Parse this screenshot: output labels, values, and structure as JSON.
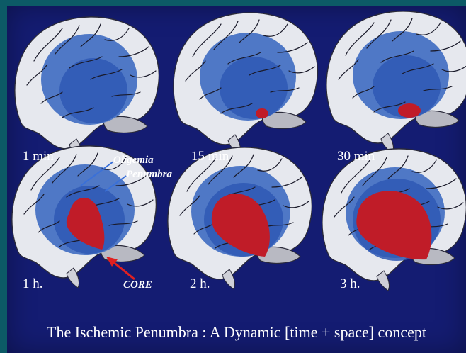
{
  "caption": "The Ischemic Penumbra : A Dynamic [time + space] concept",
  "labels": {
    "oligemia": "Oligemia",
    "penumbra": "Penumbra",
    "core": "CORE"
  },
  "panels": [
    {
      "time": "1 min",
      "core_level": 0
    },
    {
      "time": "15 min",
      "core_level": 1
    },
    {
      "time": "30 min",
      "core_level": 2
    },
    {
      "time": "1 h.",
      "core_level": 3
    },
    {
      "time": "2 h.",
      "core_level": 4
    },
    {
      "time": "3 h.",
      "core_level": 5
    }
  ],
  "colors": {
    "background": "#141c72",
    "brain": "#e6e8ee",
    "oligemia": "#4f78c6",
    "penumbra": "#2e58b4",
    "core": "#c01c28",
    "label": "#ffffff",
    "pointer_blue": "#3a70d8",
    "pointer_red": "#e02020"
  }
}
